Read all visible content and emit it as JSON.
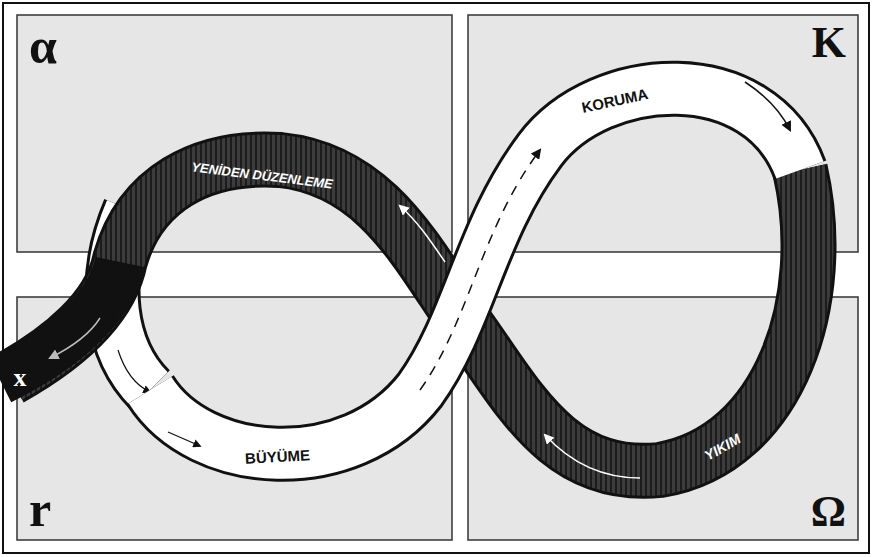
{
  "diagram": {
    "nodes": [
      {
        "text": [
          "α"
        ]
      },
      {
        "text": [
          "K"
        ]
      },
      {
        "text": [
          "r"
        ]
      },
      {
        "text": [
          "Ω"
        ]
      }
    ],
    "labels": [
      "YENİDEN DÜZENLEME",
      "KORUMA",
      "BÜYÜME",
      "YIKIM",
      "x"
    ]
  }
}
